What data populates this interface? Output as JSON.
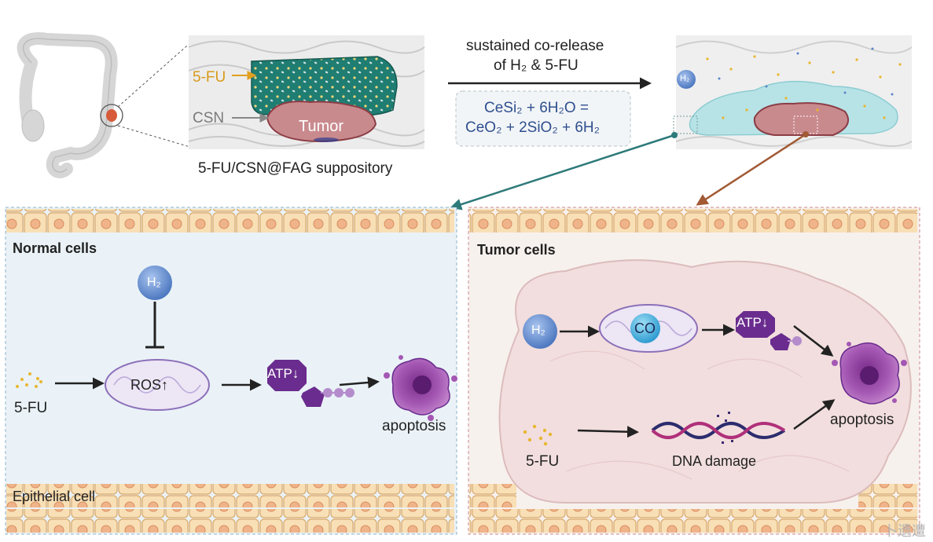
{
  "top": {
    "label_5fu": "5-FU",
    "label_csn": "CSN",
    "label_tumor": "Tumor",
    "suppository_caption": "5-FU/CSN@FAG suppository",
    "arrow_label_line1": "sustained co-release",
    "arrow_label_line2": "of H₂ & 5-FU",
    "equation_line1": "CeSi₂ + 6H₂O =",
    "equation_line2": "CeO₂ + 2SiO₂ + 6H₂",
    "h2_badge": "H₂"
  },
  "normal": {
    "title": "Normal cells",
    "h2": "H₂",
    "fu": "5-FU",
    "ros": "ROS↑",
    "atp": "ATP↓",
    "apoptosis": "apoptosis",
    "epithelial": "Epithelial  cell"
  },
  "tumor": {
    "title": "Tumor cells",
    "h2": "H₂",
    "co": "CO",
    "atp": "ATP↓",
    "fu": "5-FU",
    "dna": "DNA damage",
    "apoptosis": "apoptosis"
  },
  "colors": {
    "normal_panel_bg": "#eaf2f7",
    "tumor_panel_bg": "#f7f1ee",
    "teal_arrow": "#2e7a7a",
    "brown_arrow": "#a25a34",
    "atp_purple": "#6a2c8e",
    "h2_blue": "#5b86c9",
    "fu_yellow": "#e8b630",
    "gel_teal": "#1e7f74",
    "tumor_pink": "#c98a8e"
  },
  "watermark": "卜遗遭"
}
